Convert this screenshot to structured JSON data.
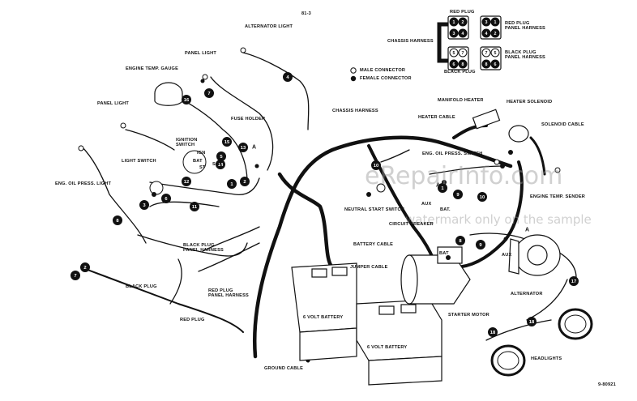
{
  "page_ref": "81-3",
  "figure_number": "9-80921",
  "watermark": {
    "site": "eRepairInfo.com",
    "note": "watermark only on the sample"
  },
  "labels": {
    "alternator_light": "ALTERNATOR LIGHT",
    "panel_light_top": "PANEL LIGHT",
    "engine_temp_gauge": "ENGINE TEMP. GAUGE",
    "panel_light_left": "PANEL LIGHT",
    "fuse_holder": "FUSE HOLDER",
    "ignition_switch": "IGNITION\nSWITCH",
    "ign": "IGN",
    "bat_sw": "BAT",
    "sol": "SOL",
    "st": "ST",
    "light_switch": "LIGHT SWITCH",
    "eng_oil_press_light": "ENG. OIL PRESS. LIGHT",
    "chassis_harness_center": "CHASSIS HARNESS",
    "neutral_start_switch": "NEUTRAL START SWITCH",
    "black_plug_panel_harness": "BLACK PLUG\nPANEL HARNESS",
    "red_plug_panel_harness": "RED PLUG\nPANEL HARNESS",
    "black_plug": "BLACK PLUG",
    "red_plug": "RED PLUG",
    "battery_cable": "BATTERY CABLE",
    "jumper_cable": "JUMPER CABLE",
    "six_volt_battery_1": "6 VOLT BATTERY",
    "six_volt_battery_2": "6 VOLT BATTERY",
    "ground_cable": "GROUND CABLE",
    "manifold_heater": "MANIFOLD HEATER",
    "heater_solenoid": "HEATER SOLENOID",
    "heater_cable": "HEATER CABLE",
    "solenoid_cable": "SOLENOID CABLE",
    "eng_oil_press_switch": "ENG. OIL PRESS. SWITCH",
    "engine_temp_sender": "ENGINE TEMP. SENDER",
    "circuit_breaker": "CIRCUIT BREAKER",
    "aux_cb": "AUX",
    "bat_cb": "BAT.",
    "bat_starter": "BAT",
    "starter_motor": "STARTER MOTOR",
    "aux_alt": "AUX",
    "alternator": "ALTERNATOR",
    "headlights": "HEADLIGHTS",
    "red_plug_top": "RED PLUG",
    "red_plug_panel_harness_top": "RED PLUG\nPANEL HARNESS",
    "chassis_harness_top": "CHASSIS HARNESS",
    "black_plug_panel_harness_top": "BLACK PLUG\nPANEL HARNESS",
    "black_plug_bottom": "BLACK PLUG",
    "male_connector": "MALE CONNECTOR",
    "female_connector": "FEMALE CONNECTOR"
  },
  "plug_pins": {
    "red_chassis": [
      "1",
      "2",
      "3",
      "4"
    ],
    "red_panel": [
      "3",
      "1",
      "4",
      "2"
    ],
    "black_chassis": [
      "5",
      "7",
      "6",
      "8"
    ],
    "black_panel": [
      "7",
      "5",
      "8",
      "6"
    ]
  },
  "wire_numbers": [
    "4",
    "7",
    "16",
    "15",
    "13",
    "A",
    "5",
    "14",
    "1",
    "2",
    "12",
    "6",
    "3",
    "11",
    "8",
    "2",
    "7",
    "10",
    "A",
    "1",
    "9",
    "10",
    "8",
    "9",
    "A",
    "17",
    "18",
    "18"
  ]
}
